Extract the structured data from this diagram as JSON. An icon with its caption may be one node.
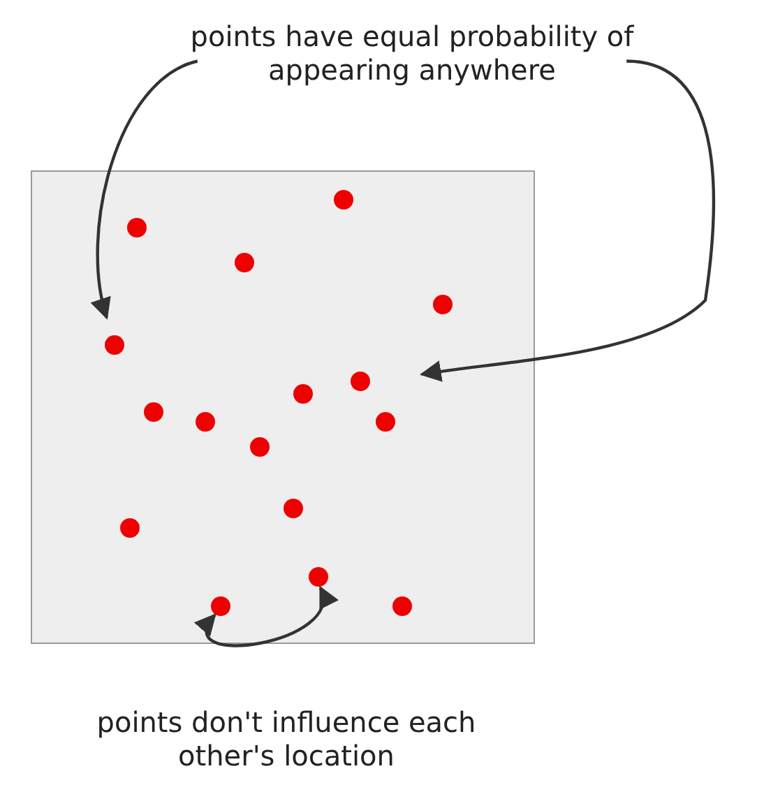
{
  "diagram": {
    "nodes": [
      {
        "text": [
          "points have equal probability of appearing anywhere"
        ]
      },
      {
        "text": [],
        "shape": "box"
      },
      {
        "text": [],
        "shape": "circle",
        "in": 1
      },
      {
        "text": [],
        "shape": "circle",
        "in": 1
      },
      {
        "text": [],
        "shape": "circle",
        "in": 1
      },
      {
        "text": [],
        "shape": "circle",
        "in": 1
      },
      {
        "text": [],
        "shape": "circle",
        "in": 1
      },
      {
        "text": [],
        "shape": "circle",
        "in": 1
      },
      {
        "text": [],
        "shape": "circle",
        "in": 1
      },
      {
        "text": [],
        "shape": "circle",
        "in": 1
      },
      {
        "text": [],
        "shape": "circle",
        "in": 1
      },
      {
        "text": [],
        "shape": "circle",
        "in": 1
      },
      {
        "text": [],
        "shape": "circle",
        "in": 1
      },
      {
        "text": [],
        "shape": "circle",
        "in": 1
      },
      {
        "text": [],
        "shape": "circle",
        "in": 1
      },
      {
        "text": [],
        "shape": "circle",
        "in": 1
      },
      {
        "text": [],
        "shape": "circle",
        "in": 1
      },
      {
        "text": [],
        "shape": "circle",
        "in": 1
      }
    ],
    "edges": [
      {
        "from": 0,
        "to": 6,
        "arrow": "to"
      },
      {
        "from": 0,
        "to": null,
        "arrow": "to"
      },
      {
        "from": 16,
        "to": 15,
        "arrow": "both"
      }
    ],
    "labels": [
      "points don't influence each other's location"
    ]
  }
}
